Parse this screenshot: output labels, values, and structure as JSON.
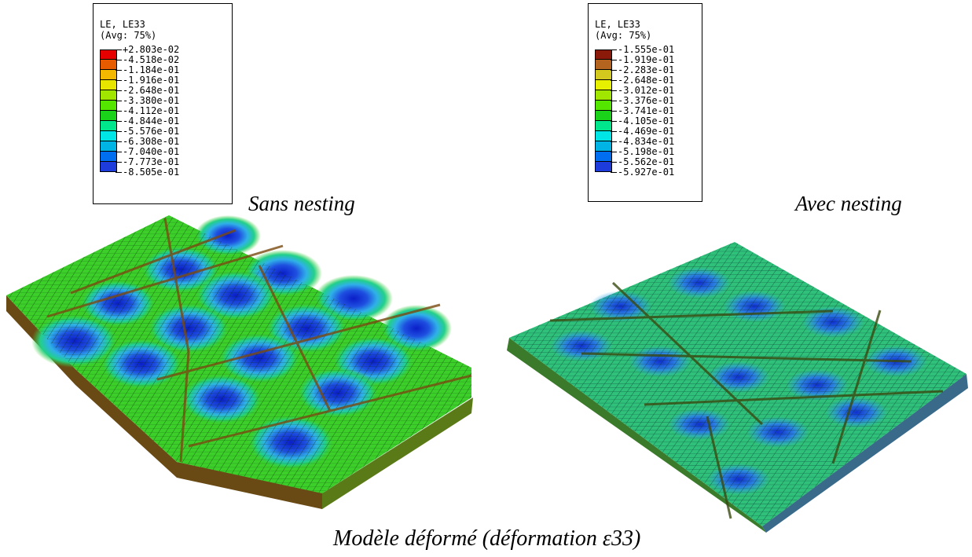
{
  "legend_left": {
    "title": "LE, LE33",
    "avg": "(Avg: 75%)",
    "values": [
      "+2.803e-02",
      "-4.518e-02",
      "-1.184e-01",
      "-1.916e-01",
      "-2.648e-01",
      "-3.380e-01",
      "-4.112e-01",
      "-4.844e-01",
      "-5.576e-01",
      "-6.308e-01",
      "-7.040e-01",
      "-7.773e-01",
      "-8.505e-01"
    ],
    "colors": [
      "#e60000",
      "#e65b00",
      "#f5b800",
      "#e6e600",
      "#a0e600",
      "#55e600",
      "#1ad21a",
      "#00e68c",
      "#00e6e6",
      "#00b4e6",
      "#006ef0",
      "#1e3cdc",
      "#0000cc"
    ]
  },
  "legend_right": {
    "title": "LE, LE33",
    "avg": "(Avg: 75%)",
    "values": [
      "-1.555e-01",
      "-1.919e-01",
      "-2.283e-01",
      "-2.648e-01",
      "-3.012e-01",
      "-3.376e-01",
      "-3.741e-01",
      "-4.105e-01",
      "-4.469e-01",
      "-4.834e-01",
      "-5.198e-01",
      "-5.562e-01",
      "-5.927e-01"
    ],
    "colors": [
      "#8c1a0a",
      "#b4641e",
      "#d2c81e",
      "#e6f000",
      "#a0e600",
      "#55e600",
      "#1ad21a",
      "#00e68c",
      "#00e6e6",
      "#00b4e6",
      "#006ef0",
      "#1e3cdc",
      "#0000cc"
    ]
  },
  "label_left": "Sans nesting",
  "label_right": "Avec nesting",
  "caption": "Modèle déformé (déformation ε33)",
  "colors": {
    "green": "#3ccf2a",
    "blue": "#1030d0",
    "cyan": "#2fb0e8",
    "edge": "#7a4a10",
    "mesh": "#000000"
  }
}
